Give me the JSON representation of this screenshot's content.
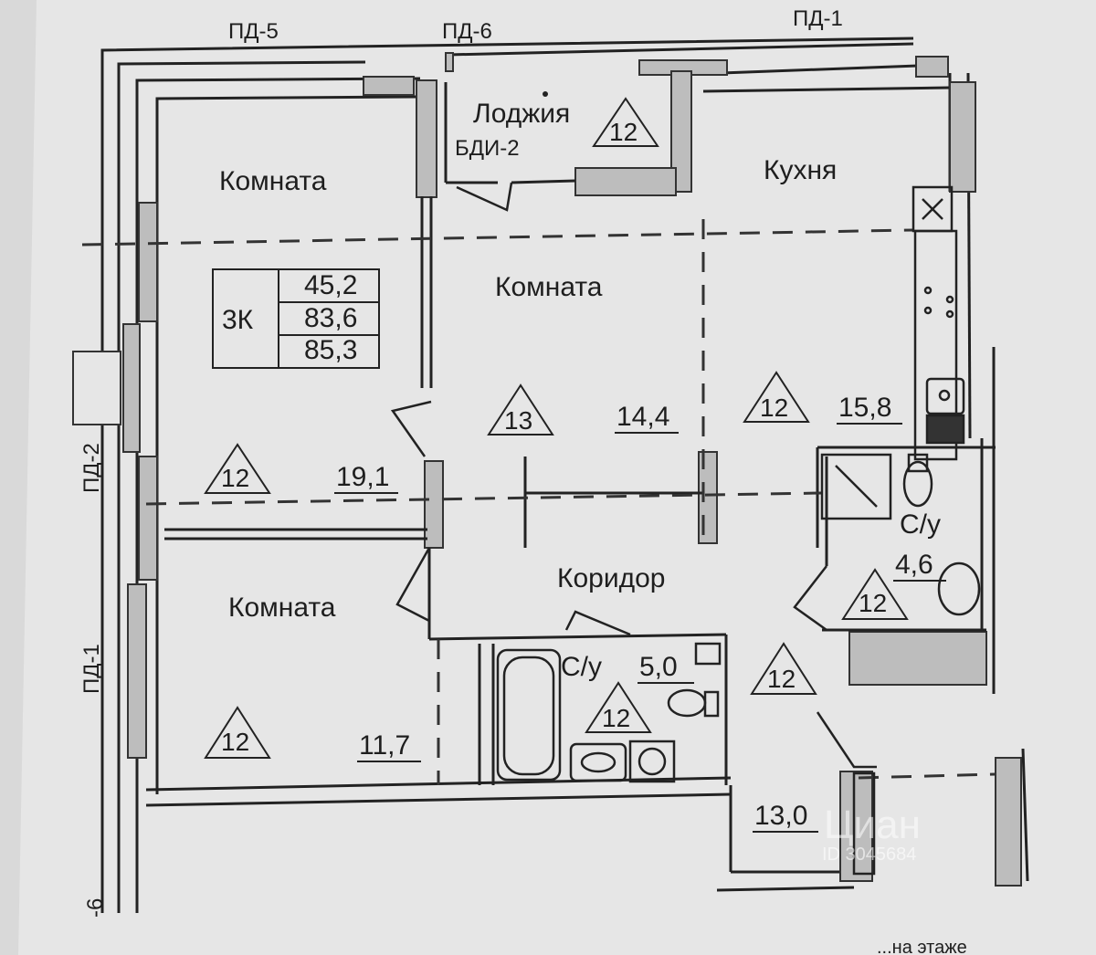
{
  "top_labels": [
    "ПД-5",
    "ПД-6",
    "ПД-1"
  ],
  "side_labels": {
    "upper": "ПД-2",
    "lower": "ПД-1",
    "bottom": "-6"
  },
  "apartment": {
    "type": "3К",
    "living_area": "45,2",
    "total_area": "83,6",
    "area_with_loggia": "85,3"
  },
  "rooms": [
    {
      "name": "Комната",
      "area": "19,1",
      "mark": "12"
    },
    {
      "name": "Комната",
      "area": "14,4",
      "mark": "13"
    },
    {
      "name": "Кухня",
      "area": "15,8",
      "mark": "12"
    },
    {
      "name": "Комната",
      "area": "11,7",
      "mark": "12"
    },
    {
      "name": "Коридор",
      "area": "13,0",
      "mark": "12"
    },
    {
      "name": "С/у",
      "area": "5,0",
      "mark": "12"
    },
    {
      "name": "С/у",
      "area": "4,6",
      "mark": "12"
    }
  ],
  "loggia": {
    "name": "Лоджия",
    "code": "БДИ-2",
    "mark": "12"
  },
  "watermark": {
    "brand": "Циан",
    "id": "ID 3045684"
  },
  "footer_text": "...на этаже"
}
